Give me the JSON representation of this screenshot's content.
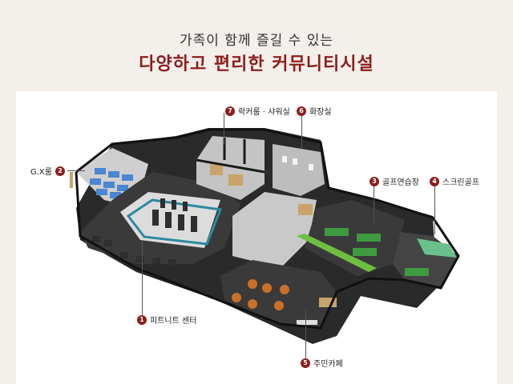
{
  "header": {
    "subtitle": "가족이 함께 즐길 수 있는",
    "title": "다양하고 편리한 커뮤니티시설"
  },
  "facilities": [
    {
      "number": "1",
      "label": "피트니트 센터"
    },
    {
      "number": "2",
      "label": "G.X룸"
    },
    {
      "number": "3",
      "label": "골프연습장"
    },
    {
      "number": "4",
      "label": "스크린골프"
    },
    {
      "number": "5",
      "label": "주민카페"
    },
    {
      "number": "6",
      "label": "화장실"
    },
    {
      "number": "7",
      "label": "락커룸 · 샤워실"
    }
  ],
  "colors": {
    "accent": "#8c1d1d",
    "background": "#f3efea",
    "floor_light": "#d9d9d9",
    "floor_dark": "#3a3a3a",
    "wall": "#1f1f1f",
    "glass": "#5a8fd8",
    "turf": "#3f9b3f",
    "cafe_table": "#c8702a"
  }
}
